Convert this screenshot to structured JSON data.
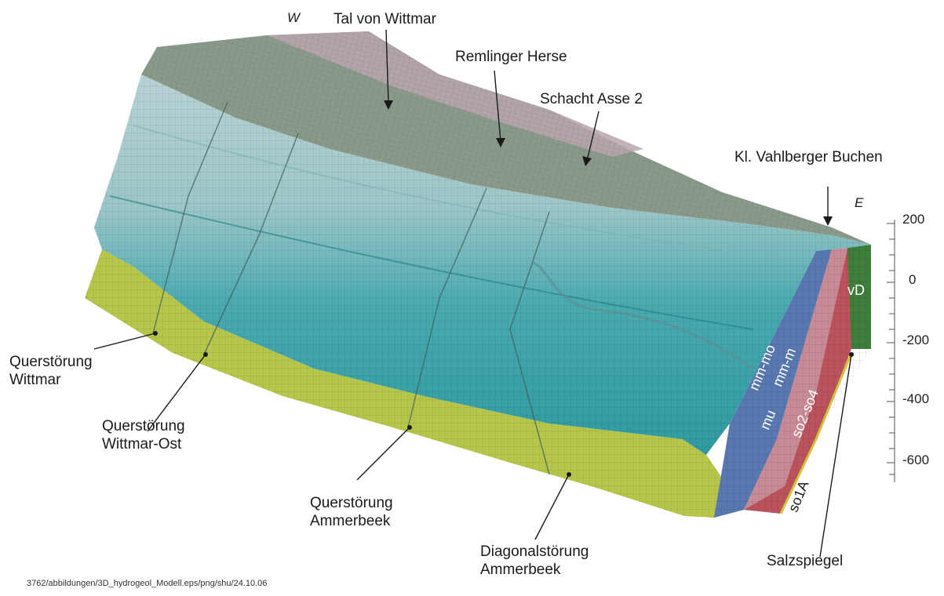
{
  "directions": {
    "west": "W",
    "east": "E"
  },
  "top_labels": {
    "tal": "Tal von Wittmar",
    "remlinger": "Remlinger Herse",
    "schacht": "Schacht Asse 2",
    "vahlberger": "Kl. Vahlberger Buchen"
  },
  "bottom_labels": {
    "wittmar": [
      "Querstörung",
      "Wittmar"
    ],
    "wittmar_ost": [
      "Querstörung",
      "Wittmar-Ost"
    ],
    "ammerbeek": [
      "Querstörung",
      "Ammerbeek"
    ],
    "diagonal": [
      "Diagonalstörung",
      "Ammerbeek"
    ],
    "salzspiegel": "Salzspiegel"
  },
  "layers": {
    "vD": "vD",
    "mm_mo": "mm-mo",
    "mm_m": "mm-m",
    "mu": "mu",
    "so2_so4": "so2-so4",
    "so1A": "so1A"
  },
  "depth_scale": {
    "ticks": [
      "200",
      "0",
      "-200",
      "-400",
      "-600"
    ]
  },
  "footer": "3762/abbildungen/3D_hydrogeol_Modell.eps/png/shu/24.10.06",
  "colors": {
    "top_surface": "#8a9a8a",
    "light_block": "#a9c9cc",
    "teal_block": "#3aa3a8",
    "yellow_base": "#b7c64a",
    "blue_layer": "#5a78b0",
    "pink_layer": "#c88a94",
    "red_layer": "#b3404a",
    "green_vd": "#3e7d3a"
  }
}
